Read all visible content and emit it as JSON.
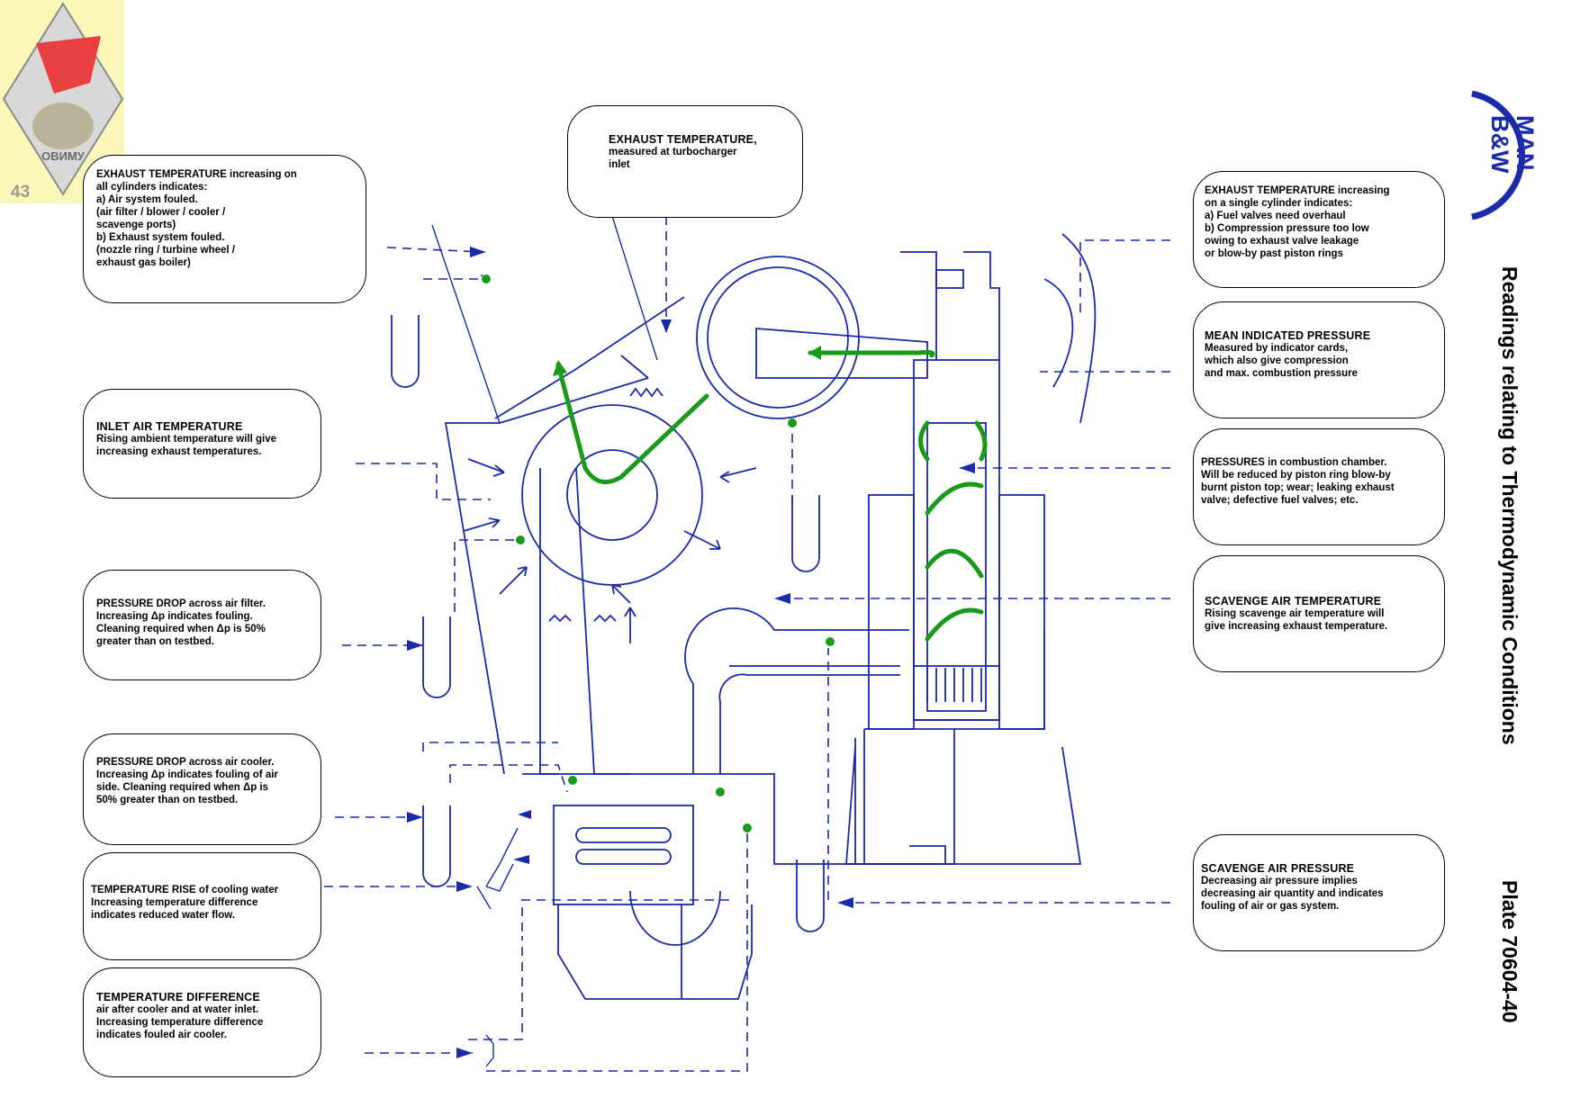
{
  "emblem": {
    "text": "ОВИМУ",
    "numbers": [
      "43",
      "3"
    ]
  },
  "logo": {
    "line1": "MAN",
    "line2": "B&W",
    "color": "#1a2aa8"
  },
  "side_title": "Readings relating to Thermodynamic Conditions",
  "plate": "Plate 70604-40",
  "callouts": {
    "exhaust_all": {
      "title": "EXHAUST TEMPERATURE",
      "text": " increasing on\nall cylinders indicates:\n a) Air system fouled.\n     (air filter / blower / cooler /\n     scavenge ports)\n b) Exhaust system fouled.\n     (nozzle ring / turbine wheel /\n     exhaust gas boiler)"
    },
    "exhaust_turbo": {
      "title": "EXHAUST TEMPERATURE,",
      "text": "measured at turbocharger\ninlet"
    },
    "inlet_air": {
      "title": "INLET AIR TEMPERATURE",
      "text": "Rising ambient temperature will give\nincreasing exhaust temperatures."
    },
    "pd_filter": {
      "title": "PRESSURE DROP",
      "text": " across air filter.\nIncreasing Δp indicates fouling.\nCleaning required when Δp is 50%\ngreater than on testbed."
    },
    "pd_cooler": {
      "title": "PRESSURE DROP",
      "text": " across air cooler.\nIncreasing Δp indicates fouling of air\nside. Cleaning required when Δp is\n50% greater than on testbed."
    },
    "temp_rise": {
      "title": "TEMPERATURE RISE",
      "text": " of cooling water\nIncreasing temperature difference\nindicates reduced water flow."
    },
    "temp_diff": {
      "title": "TEMPERATURE DIFFERENCE",
      "text": "air after cooler and at water inlet.\nIncreasing temperature difference\nindicates fouled air cooler."
    },
    "exhaust_single": {
      "title": "EXHAUST TEMPERATURE",
      "text": " increasing\non a single cylinder indicates:\na) Fuel valves need overhaul\nb) Compression pressure too low\n     owing to exhaust valve leakage\n     or blow-by past piston rings"
    },
    "mip": {
      "title": "MEAN INDICATED PRESSURE",
      "text": "Measured by indicator cards,\nwhich also give compression\nand max. combustion pressure"
    },
    "pressures": {
      "title": "PRESSURES",
      "text": " in combustion chamber.\nWill be reduced by piston ring blow-by\nburnt piston top; wear; leaking exhaust\nvalve; defective fuel valves; etc."
    },
    "scav_temp": {
      "title": "SCAVENGE AIR TEMPERATURE",
      "text": "Rising scavenge air temperature will\ngive increasing exhaust temperature."
    },
    "scav_press": {
      "title": "SCAVENGE AIR PRESSURE",
      "text": "Decreasing air pressure implies\ndecreasing air quantity and indicates\nfouling of air or gas system."
    }
  },
  "colors": {
    "line": "#1a2aa8",
    "flow": "#1a9a1a",
    "text": "#000000"
  }
}
